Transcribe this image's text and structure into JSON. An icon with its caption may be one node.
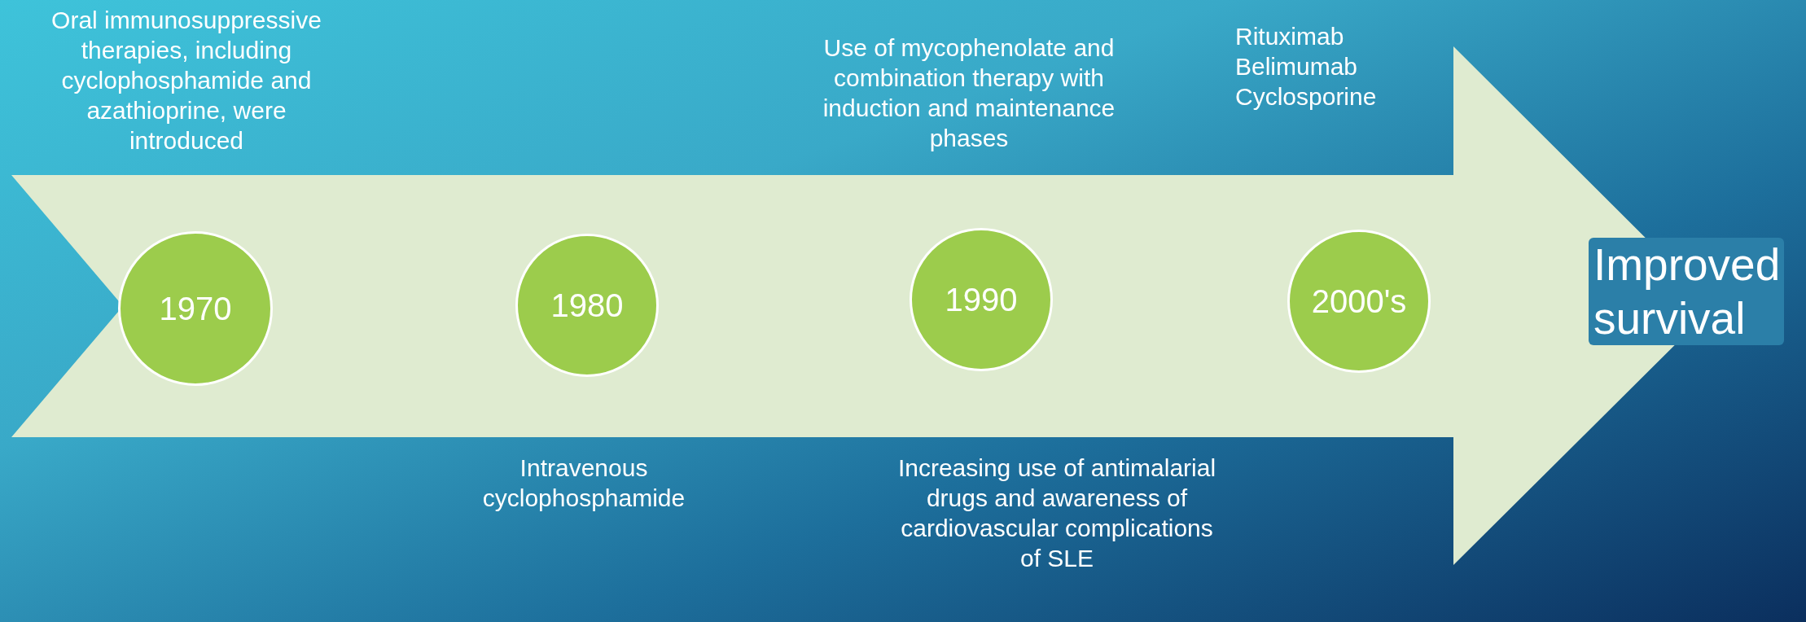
{
  "diagram": {
    "nodes": [
      {
        "text": [
          "Improved survival"
        ]
      },
      {
        "text": [
          "1970"
        ],
        "in": 0,
        "beside": [
          "Oral immunosuppressive therapies, including cyclophosphamide and azathioprine, were introduced"
        ]
      },
      {
        "text": [
          "1980"
        ],
        "in": 0,
        "beside": [
          "Intravenous cyclophosphamide"
        ]
      },
      {
        "text": [
          "1990"
        ],
        "in": 0,
        "beside": [
          "Use of mycophenolate and combination therapy with induction and maintenance phases",
          "Increasing use of antimalarial drugs and awareness of cardiovascular complications of SLE"
        ]
      },
      {
        "text": [
          "2000's"
        ],
        "in": 0,
        "beside": [
          "Rituximab",
          "Belimumab",
          "Cyclosporine"
        ]
      }
    ],
    "edges": []
  }
}
